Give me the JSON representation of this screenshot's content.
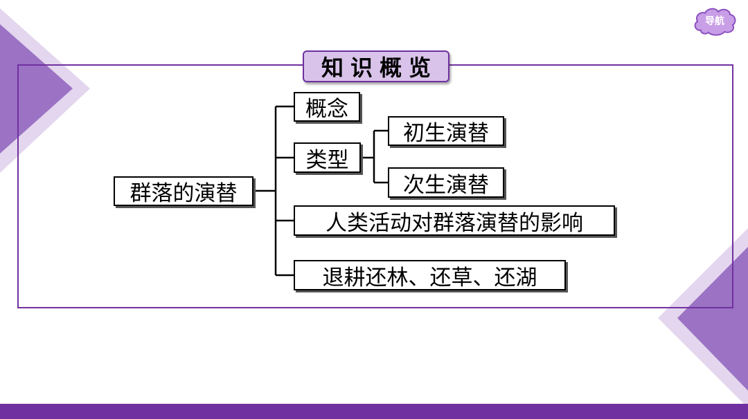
{
  "nav": {
    "label": "导航"
  },
  "title": "知识概览",
  "diagram": {
    "root": "群落的演替",
    "concept": "概念",
    "types": "类型",
    "primary": "初生演替",
    "secondary": "次生演替",
    "human_impact": "人类活动对群落演替的影响",
    "restoration": "退耕还林、还草、还湖"
  },
  "colors": {
    "accent": "#7030a0",
    "title_fill": "#d9c3ea",
    "nav_fill": "#c89ee6"
  }
}
